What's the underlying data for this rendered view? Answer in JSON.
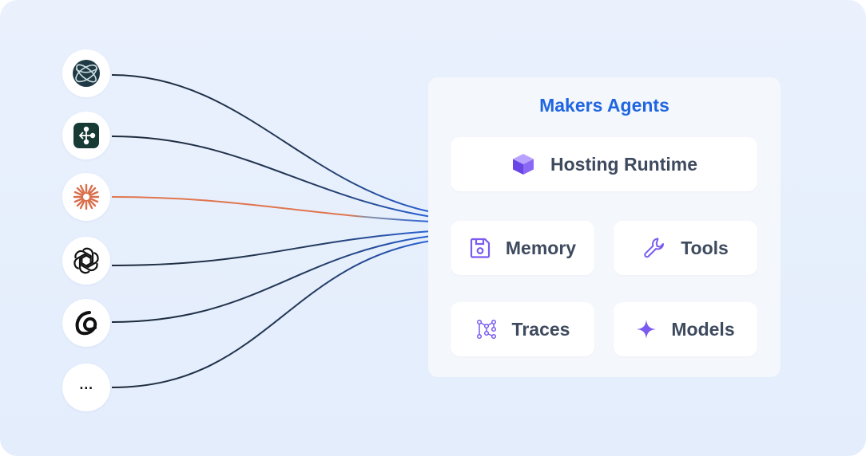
{
  "providers": [
    {
      "name": "globe-provider",
      "icon": "globe-icon"
    },
    {
      "name": "network-provider",
      "icon": "network-nodes-icon"
    },
    {
      "name": "burst-provider",
      "icon": "starburst-icon"
    },
    {
      "name": "knot-provider",
      "icon": "knot-logo-icon"
    },
    {
      "name": "swirl-provider",
      "icon": "swirl-logo-icon"
    },
    {
      "name": "more-provider",
      "icon": "more-dots-icon",
      "label": "..."
    }
  ],
  "panel": {
    "title": "Makers Agents",
    "cards": {
      "hosting": {
        "label": "Hosting Runtime",
        "icon": "cube-icon"
      },
      "memory": {
        "label": "Memory",
        "icon": "save-disk-icon"
      },
      "tools": {
        "label": "Tools",
        "icon": "wrench-icon"
      },
      "traces": {
        "label": "Traces",
        "icon": "trace-graph-icon"
      },
      "models": {
        "label": "Models",
        "icon": "sparkle-icon"
      }
    }
  },
  "colors": {
    "background": "#e6eefc",
    "title": "#2066e0",
    "card_text": "#3e4a5e",
    "wire_dark": "#1d2a3a",
    "wire_blue": "#2a63d6",
    "wire_orange": "#e0754f",
    "accent_purple": "#7a5af0"
  }
}
